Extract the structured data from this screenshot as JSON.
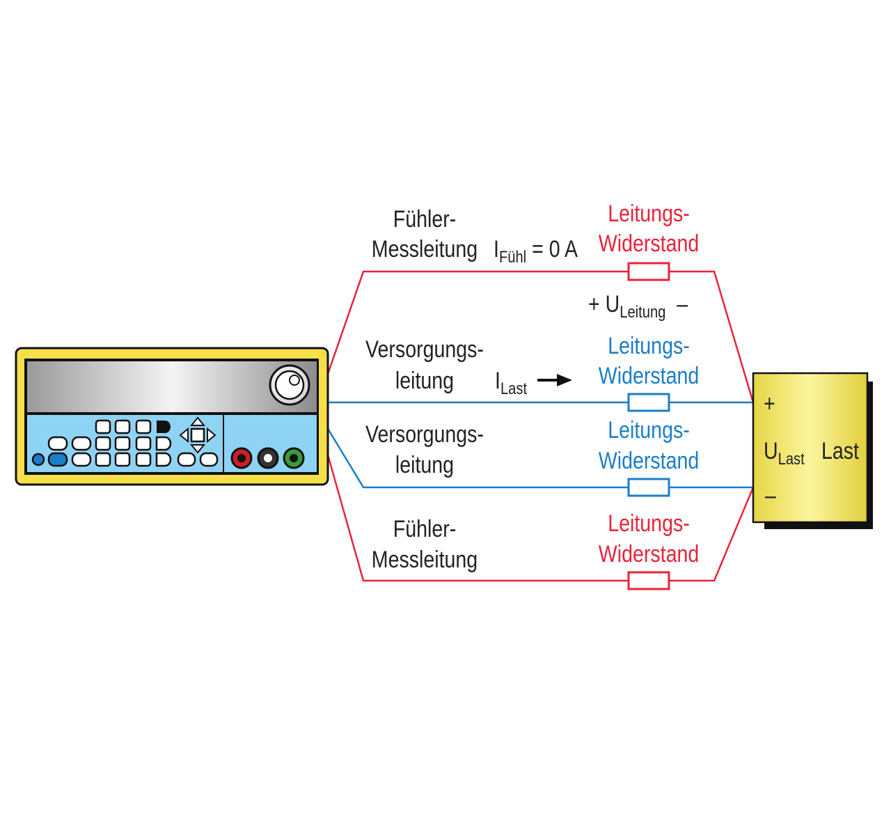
{
  "colors": {
    "sense_line": "#e8233a",
    "supply_line": "#1a7ec8",
    "instrument_frame": "#f5e04a",
    "instrument_panel": "#8fd3f4",
    "load_box": "#f3e66a"
  },
  "labels": {
    "sense_top": [
      "Fühler-",
      "Messleitung"
    ],
    "supply_upper": [
      "Versorgungs-",
      "leitung"
    ],
    "supply_lower": [
      "Versorgungs-",
      "leitung"
    ],
    "sense_bottom": [
      "Fühler-",
      "Messleitung"
    ],
    "i_fuehl": {
      "symbol": "I",
      "sub": "Fühl",
      "rest": "= 0 A"
    },
    "i_last": {
      "symbol": "I",
      "sub": "Last"
    },
    "u_leitung": {
      "plus": "+",
      "symbol": "U",
      "sub": "Leitung",
      "minus": "–"
    },
    "u_last": {
      "symbol": "U",
      "sub": "Last"
    },
    "load_plus": "+",
    "load_minus": "–",
    "load_name": "Last"
  },
  "resistors": [
    {
      "line": "sense-top",
      "label": [
        "Leitungs-",
        "Widerstand"
      ]
    },
    {
      "line": "supply-upper",
      "label": [
        "Leitungs-",
        "Widerstand"
      ]
    },
    {
      "line": "supply-lower",
      "label": [
        "Leitungs-",
        "Widerstand"
      ]
    },
    {
      "line": "sense-bottom",
      "label": [
        "Leitungs-",
        "Widerstand"
      ]
    }
  ],
  "instrument": {
    "name": "power-supply",
    "terminals": [
      "red",
      "black",
      "green"
    ]
  }
}
